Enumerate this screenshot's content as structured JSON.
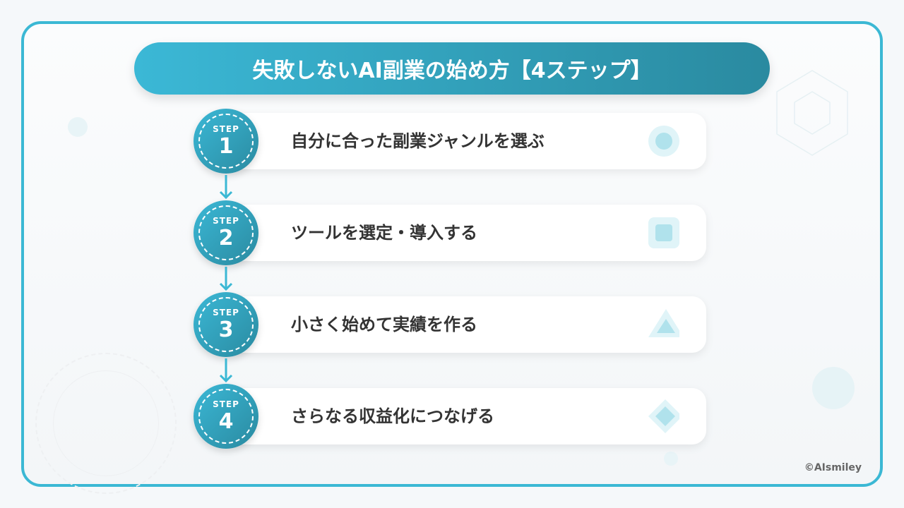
{
  "title": "失敗しないAI副業の始め方【4ステップ】",
  "step_prefix": "STEP",
  "steps": [
    {
      "number": "1",
      "label": "自分に合った副業ジャンルを選ぶ",
      "icon": "circle-icon"
    },
    {
      "number": "2",
      "label": "ツールを選定・導入する",
      "icon": "square-icon"
    },
    {
      "number": "3",
      "label": "小さく始めて実績を作る",
      "icon": "triangle-icon"
    },
    {
      "number": "4",
      "label": "さらなる収益化につなげる",
      "icon": "diamond-icon"
    }
  ],
  "copyright": "©AIsmiley",
  "colors": {
    "accent": "#3bb8d4",
    "accent_dark": "#2a8aa0",
    "icon_light": "#e0f4f8",
    "icon_mid": "#b0e2ec"
  }
}
